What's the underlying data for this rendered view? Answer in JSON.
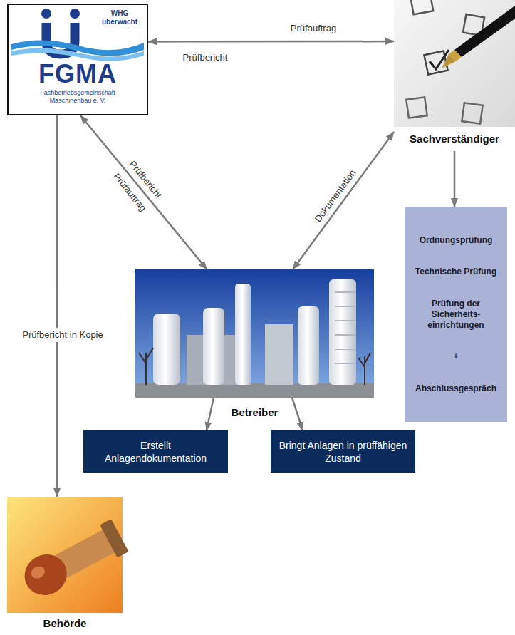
{
  "diagram": {
    "nodes": [
      {
        "text": [
          "WHG überwacht",
          "FGMA",
          "Fachbetriebsgemeinschaft Maschinenbau e. V."
        ]
      },
      {
        "text": [
          "Sachverständiger"
        ]
      },
      {
        "text": [
          "Ordnungsprüfung",
          "Technische Prüfung",
          "Prüfung der Sicherheits- einrichtungen",
          "+",
          "Abschlussgespräch"
        ]
      },
      {
        "text": [
          "Betreiber"
        ]
      },
      {
        "text": [
          "Erstellt Anlagendokumentation"
        ]
      },
      {
        "text": [
          "Bringt Anlagen in prüffähigen Zustand"
        ]
      },
      {
        "text": [
          "Behörde"
        ]
      }
    ],
    "edges": [
      {
        "from": 0,
        "to": 1,
        "label": "Prüfauftrag",
        "arrow": "both"
      },
      {
        "from": 0,
        "to": 3,
        "label": "Prüfbericht",
        "arrow": "both"
      },
      {
        "from": 1,
        "to": 3,
        "label": "Dokumentation",
        "arrow": "both"
      },
      {
        "from": 1,
        "to": 2,
        "arrow": "to"
      },
      {
        "from": 3,
        "to": 4,
        "arrow": "to"
      },
      {
        "from": 3,
        "to": 5,
        "arrow": "to"
      },
      {
        "from": 0,
        "to": 6,
        "label": "Prüfbericht in Kopie",
        "arrow": "to"
      }
    ],
    "labels": [
      "Prüfbericht",
      "Prüfauftrag"
    ]
  }
}
